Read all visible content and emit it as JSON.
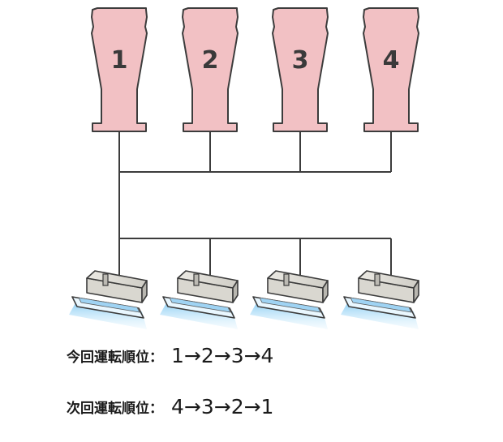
{
  "outdoor_units": [
    {
      "label": "1"
    },
    {
      "label": "2"
    },
    {
      "label": "3"
    },
    {
      "label": "4"
    }
  ],
  "indoor_units": [
    {
      "name": "indoor-unit-1"
    },
    {
      "name": "indoor-unit-2"
    },
    {
      "name": "indoor-unit-3"
    },
    {
      "name": "indoor-unit-4"
    }
  ],
  "colors": {
    "outdoor_fill": "#f2c1c4",
    "outline": "#3c3c3c",
    "indoor_panel": "#d9d7d0",
    "airflow": "#9fd3f3"
  },
  "rotation": {
    "current_label": "今回運転順位：",
    "current_sequence": "1→2→3→4",
    "next_label": "次回運転順位：",
    "next_sequence": "4→3→2→1"
  }
}
